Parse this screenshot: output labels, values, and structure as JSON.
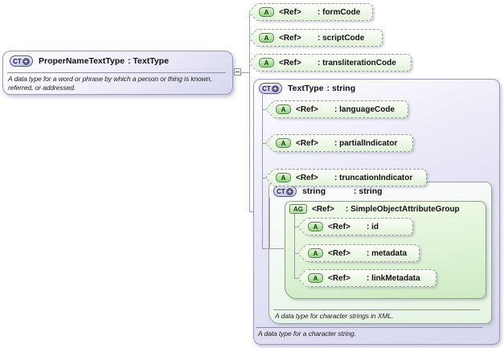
{
  "badges": {
    "complex_type": "CT",
    "attribute": "A",
    "attribute_group": "AG",
    "plus": "+"
  },
  "proper_name_type": {
    "name": "ProperNameTextType",
    "base": ": TextType",
    "description": "A data type for a word or phrase by which a person or thing is known, referred, or addressed.",
    "attributes": [
      {
        "ref": "<Ref>",
        "name": ": formCode"
      },
      {
        "ref": "<Ref>",
        "name": ": scriptCode"
      },
      {
        "ref": "<Ref>",
        "name": ": transliterationCode"
      }
    ]
  },
  "text_type": {
    "name": "TextType",
    "base": ": string",
    "description": "A data type for a character string.",
    "attributes": [
      {
        "ref": "<Ref>",
        "name": ": languageCode"
      },
      {
        "ref": "<Ref>",
        "name": ": partialIndicator"
      },
      {
        "ref": "<Ref>",
        "name": ": truncationIndicator"
      }
    ]
  },
  "string_type": {
    "name": "string",
    "base": ": string",
    "description": "A data type for character strings in XML.",
    "attribute_group": {
      "ref": "<Ref>",
      "name": ": SimpleObjectAttributeGroup",
      "attributes": [
        {
          "ref": "<Ref>",
          "name": ": id"
        },
        {
          "ref": "<Ref>",
          "name": ": metadata"
        },
        {
          "ref": "<Ref>",
          "name": ": linkMetadata"
        }
      ]
    }
  },
  "colors": {
    "lavender": "#d7d7ef",
    "green": "#cdeac2",
    "line": "#9c9cb0"
  }
}
